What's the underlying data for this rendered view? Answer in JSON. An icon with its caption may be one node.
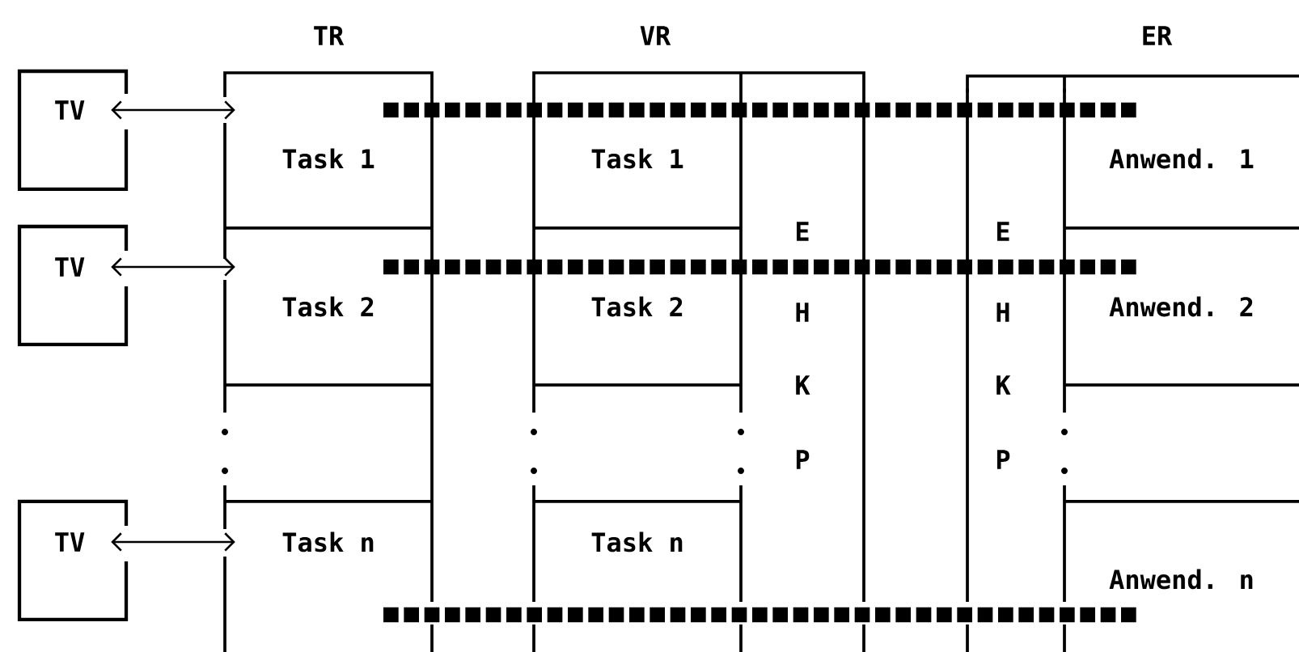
{
  "diagram": {
    "nodes": [
      {
        "text": [
          "TV"
        ]
      },
      {
        "text": [
          "Task 1"
        ]
      },
      {
        "text": [
          "Task 1"
        ]
      },
      {
        "text": [
          "Anwend. 1"
        ]
      },
      {
        "text": [
          "TV"
        ]
      },
      {
        "text": [
          "Task 2"
        ]
      },
      {
        "text": [
          "Task 2"
        ]
      },
      {
        "text": [
          "Anwend. 2"
        ]
      },
      {
        "text": [
          "TV"
        ]
      },
      {
        "text": [
          "Task n"
        ]
      },
      {
        "text": [
          "Task n"
        ]
      },
      {
        "text": [
          "Anwend. n"
        ]
      }
    ],
    "edges": [
      {
        "from": 0,
        "to": 1,
        "arrow": "both"
      },
      {
        "from": 4,
        "to": 5,
        "arrow": "both"
      },
      {
        "from": 8,
        "to": 9,
        "arrow": "both"
      }
    ],
    "labels": [
      "TR",
      "VR",
      "ER",
      "E",
      "E",
      "H",
      "H",
      "K",
      "K",
      "P",
      "P"
    ]
  }
}
